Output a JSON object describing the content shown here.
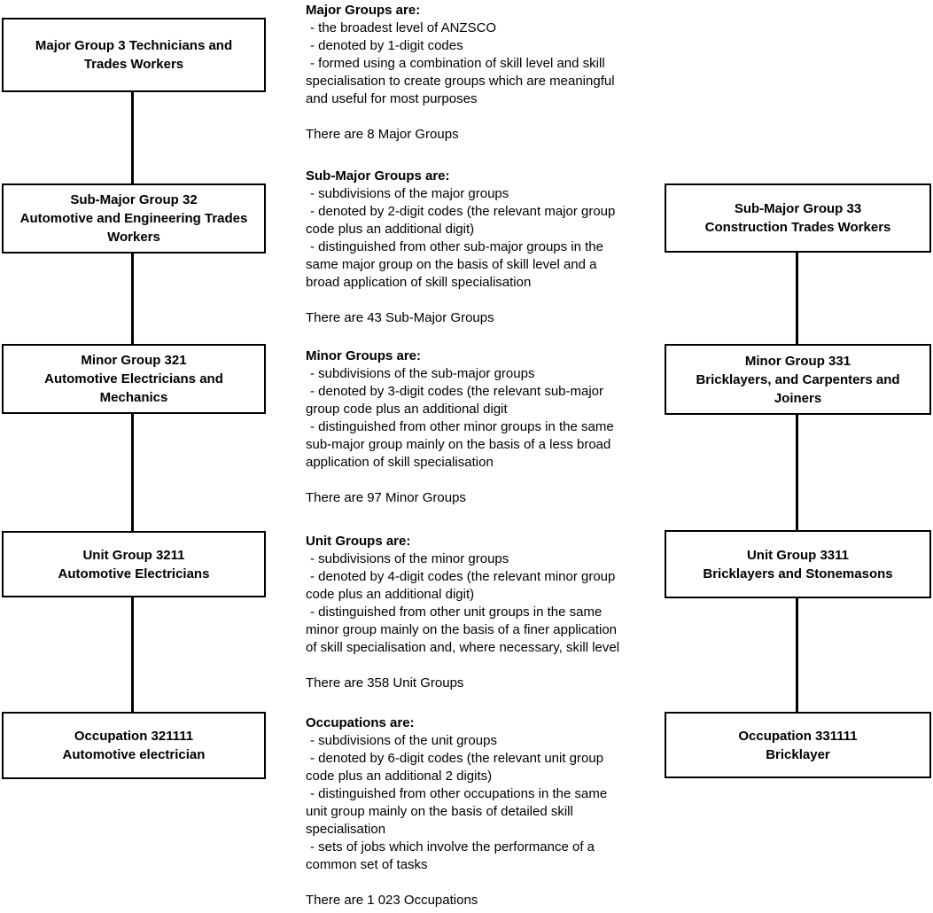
{
  "left_column": {
    "boxes": [
      {
        "label": "Major Group 3 Technicians and\nTrades Workers"
      },
      {
        "label": "Sub-Major Group 32\nAutomotive and Engineering Trades\nWorkers"
      },
      {
        "label": "Minor Group 321\nAutomotive Electricians and\nMechanics"
      },
      {
        "label": "Unit Group 3211\nAutomotive Electricians"
      },
      {
        "label": "Occupation 321111\nAutomotive electrician"
      }
    ]
  },
  "right_column": {
    "boxes": [
      {
        "label": "Sub-Major Group 33\nConstruction Trades Workers"
      },
      {
        "label": "Minor Group 331\nBricklayers, and Carpenters and\nJoiners"
      },
      {
        "label": "Unit Group 3311\nBricklayers and Stonemasons"
      },
      {
        "label": "Occupation 331111\nBricklayer"
      }
    ]
  },
  "descriptions": {
    "sections": [
      {
        "heading": "Major Groups are:",
        "bullets": [
          "- the broadest level of ANZSCO",
          "- denoted by 1-digit codes",
          "- formed using a combination of skill level and skill\nspecialisation to create groups which are meaningful\nand useful for most purposes"
        ],
        "count_note": "There are 8 Major Groups"
      },
      {
        "heading": "Sub-Major Groups are:",
        "bullets": [
          "- subdivisions of the major groups",
          "- denoted by 2-digit codes (the relevant major group\ncode plus an additional digit)",
          "- distinguished from other sub-major groups in the\nsame major group on the basis of skill level and a\nbroad application of skill specialisation"
        ],
        "count_note": "There are 43 Sub-Major Groups"
      },
      {
        "heading": "Minor Groups are:",
        "bullets": [
          "- subdivisions of the sub-major groups",
          "- denoted by 3-digit codes (the relevant sub-major\ngroup code plus an additional digit",
          "- distinguished from other minor groups in the same\nsub-major group mainly on the basis of a less broad\napplication of skill specialisation"
        ],
        "count_note": "There are 97 Minor Groups"
      },
      {
        "heading": "Unit Groups are:",
        "bullets": [
          "- subdivisions of the minor groups",
          "- denoted by 4-digit codes (the relevant minor group\ncode plus an additional digit)",
          "- distinguished from other unit groups in the same\nminor group mainly on the basis of a finer application\nof skill specialisation and, where necessary, skill level"
        ],
        "count_note": "There are 358 Unit Groups"
      },
      {
        "heading": "Occupations are:",
        "bullets": [
          "- subdivisions of the unit groups",
          "- denoted by 6-digit codes (the relevant unit group\ncode plus an additional 2 digits)",
          "- distinguished from other occupations in the same\nunit group mainly on the basis of detailed skill\nspecialisation",
          "- sets of jobs which involve the performance of a\ncommon set of tasks"
        ],
        "count_note": "There are 1 023  Occupations"
      }
    ]
  },
  "colors": {
    "line": "#000000",
    "box_border": "#000000",
    "background": "#ffffff",
    "text": "#000000"
  }
}
